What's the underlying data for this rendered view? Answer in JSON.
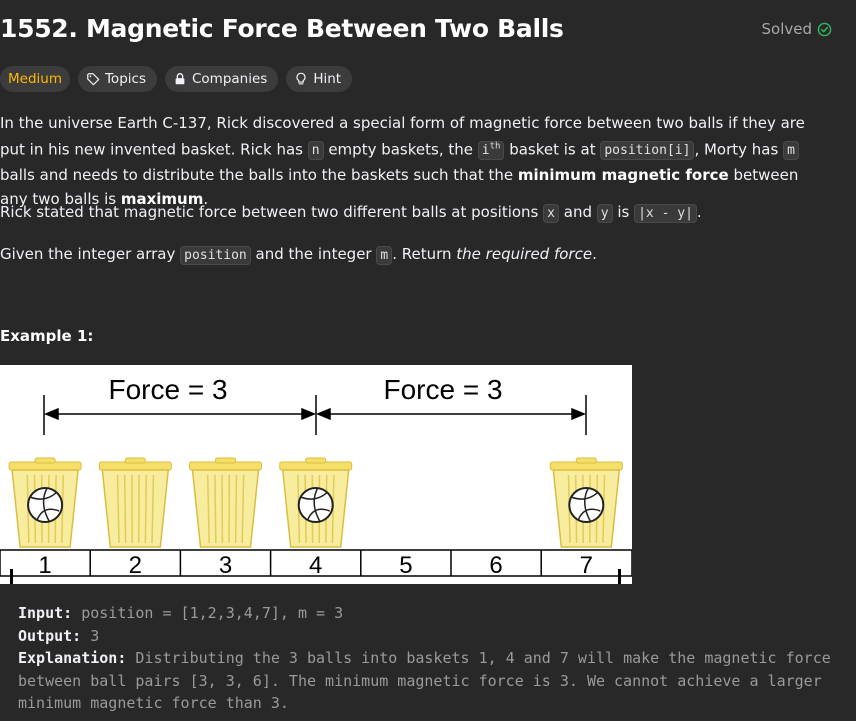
{
  "problem": {
    "title": "1552. Magnetic Force Between Two Balls",
    "status": "Solved",
    "difficulty": "Medium",
    "tags": [
      "Topics",
      "Companies",
      "Hint"
    ]
  },
  "description": {
    "p1_a": "In the universe Earth C-137, Rick discovered a special form of magnetic force between two balls if they are put in his new invented basket. Rick has ",
    "p1_n": "n",
    "p1_b": " empty baskets, the ",
    "p1_ith_base": "i",
    "p1_ith_sup": "th",
    "p1_c": " basket is at ",
    "p1_position_i": "position[i]",
    "p1_d": ", Morty has ",
    "p1_m": "m",
    "p1_e": " balls and needs to distribute the balls into the baskets such that the ",
    "p1_bold1": "minimum magnetic force",
    "p1_f": " between any two balls is ",
    "p1_bold2": "maximum",
    "p1_g": ".",
    "p2_a": "Rick stated that magnetic force between two different balls at positions ",
    "p2_x": "x",
    "p2_b": " and ",
    "p2_y": "y",
    "p2_c": " is ",
    "p2_formula": "|x - y|",
    "p2_d": ".",
    "p3_a": "Given the integer array ",
    "p3_position": "position",
    "p3_b": " and the integer ",
    "p3_m": "m",
    "p3_c": ". Return ",
    "p3_italic": "the required force",
    "p3_d": "."
  },
  "example": {
    "title": "Example 1:",
    "figure": {
      "force_label_1": "Force = 3",
      "force_label_2": "Force = 3",
      "slots": [
        "1",
        "2",
        "3",
        "4",
        "5",
        "6",
        "7"
      ],
      "balls_at": [
        "1",
        "4",
        "7"
      ]
    },
    "input_label": "Input:",
    "input_value": " position = [1,2,3,4,7], m = 3",
    "output_label": "Output:",
    "output_value": " 3",
    "explanation_label": "Explanation:",
    "explanation_value": " Distributing the 3 balls into baskets 1, 4 and 7 will make the magnetic force between ball pairs [3, 3, 6]. The minimum magnetic force is 3. We cannot achieve a larger minimum magnetic force than 3."
  },
  "colors": {
    "background": "#282828",
    "difficulty_medium": "#ffb800",
    "solved_check": "#2cbb5d",
    "basket_yellow": "#f5de6a"
  }
}
